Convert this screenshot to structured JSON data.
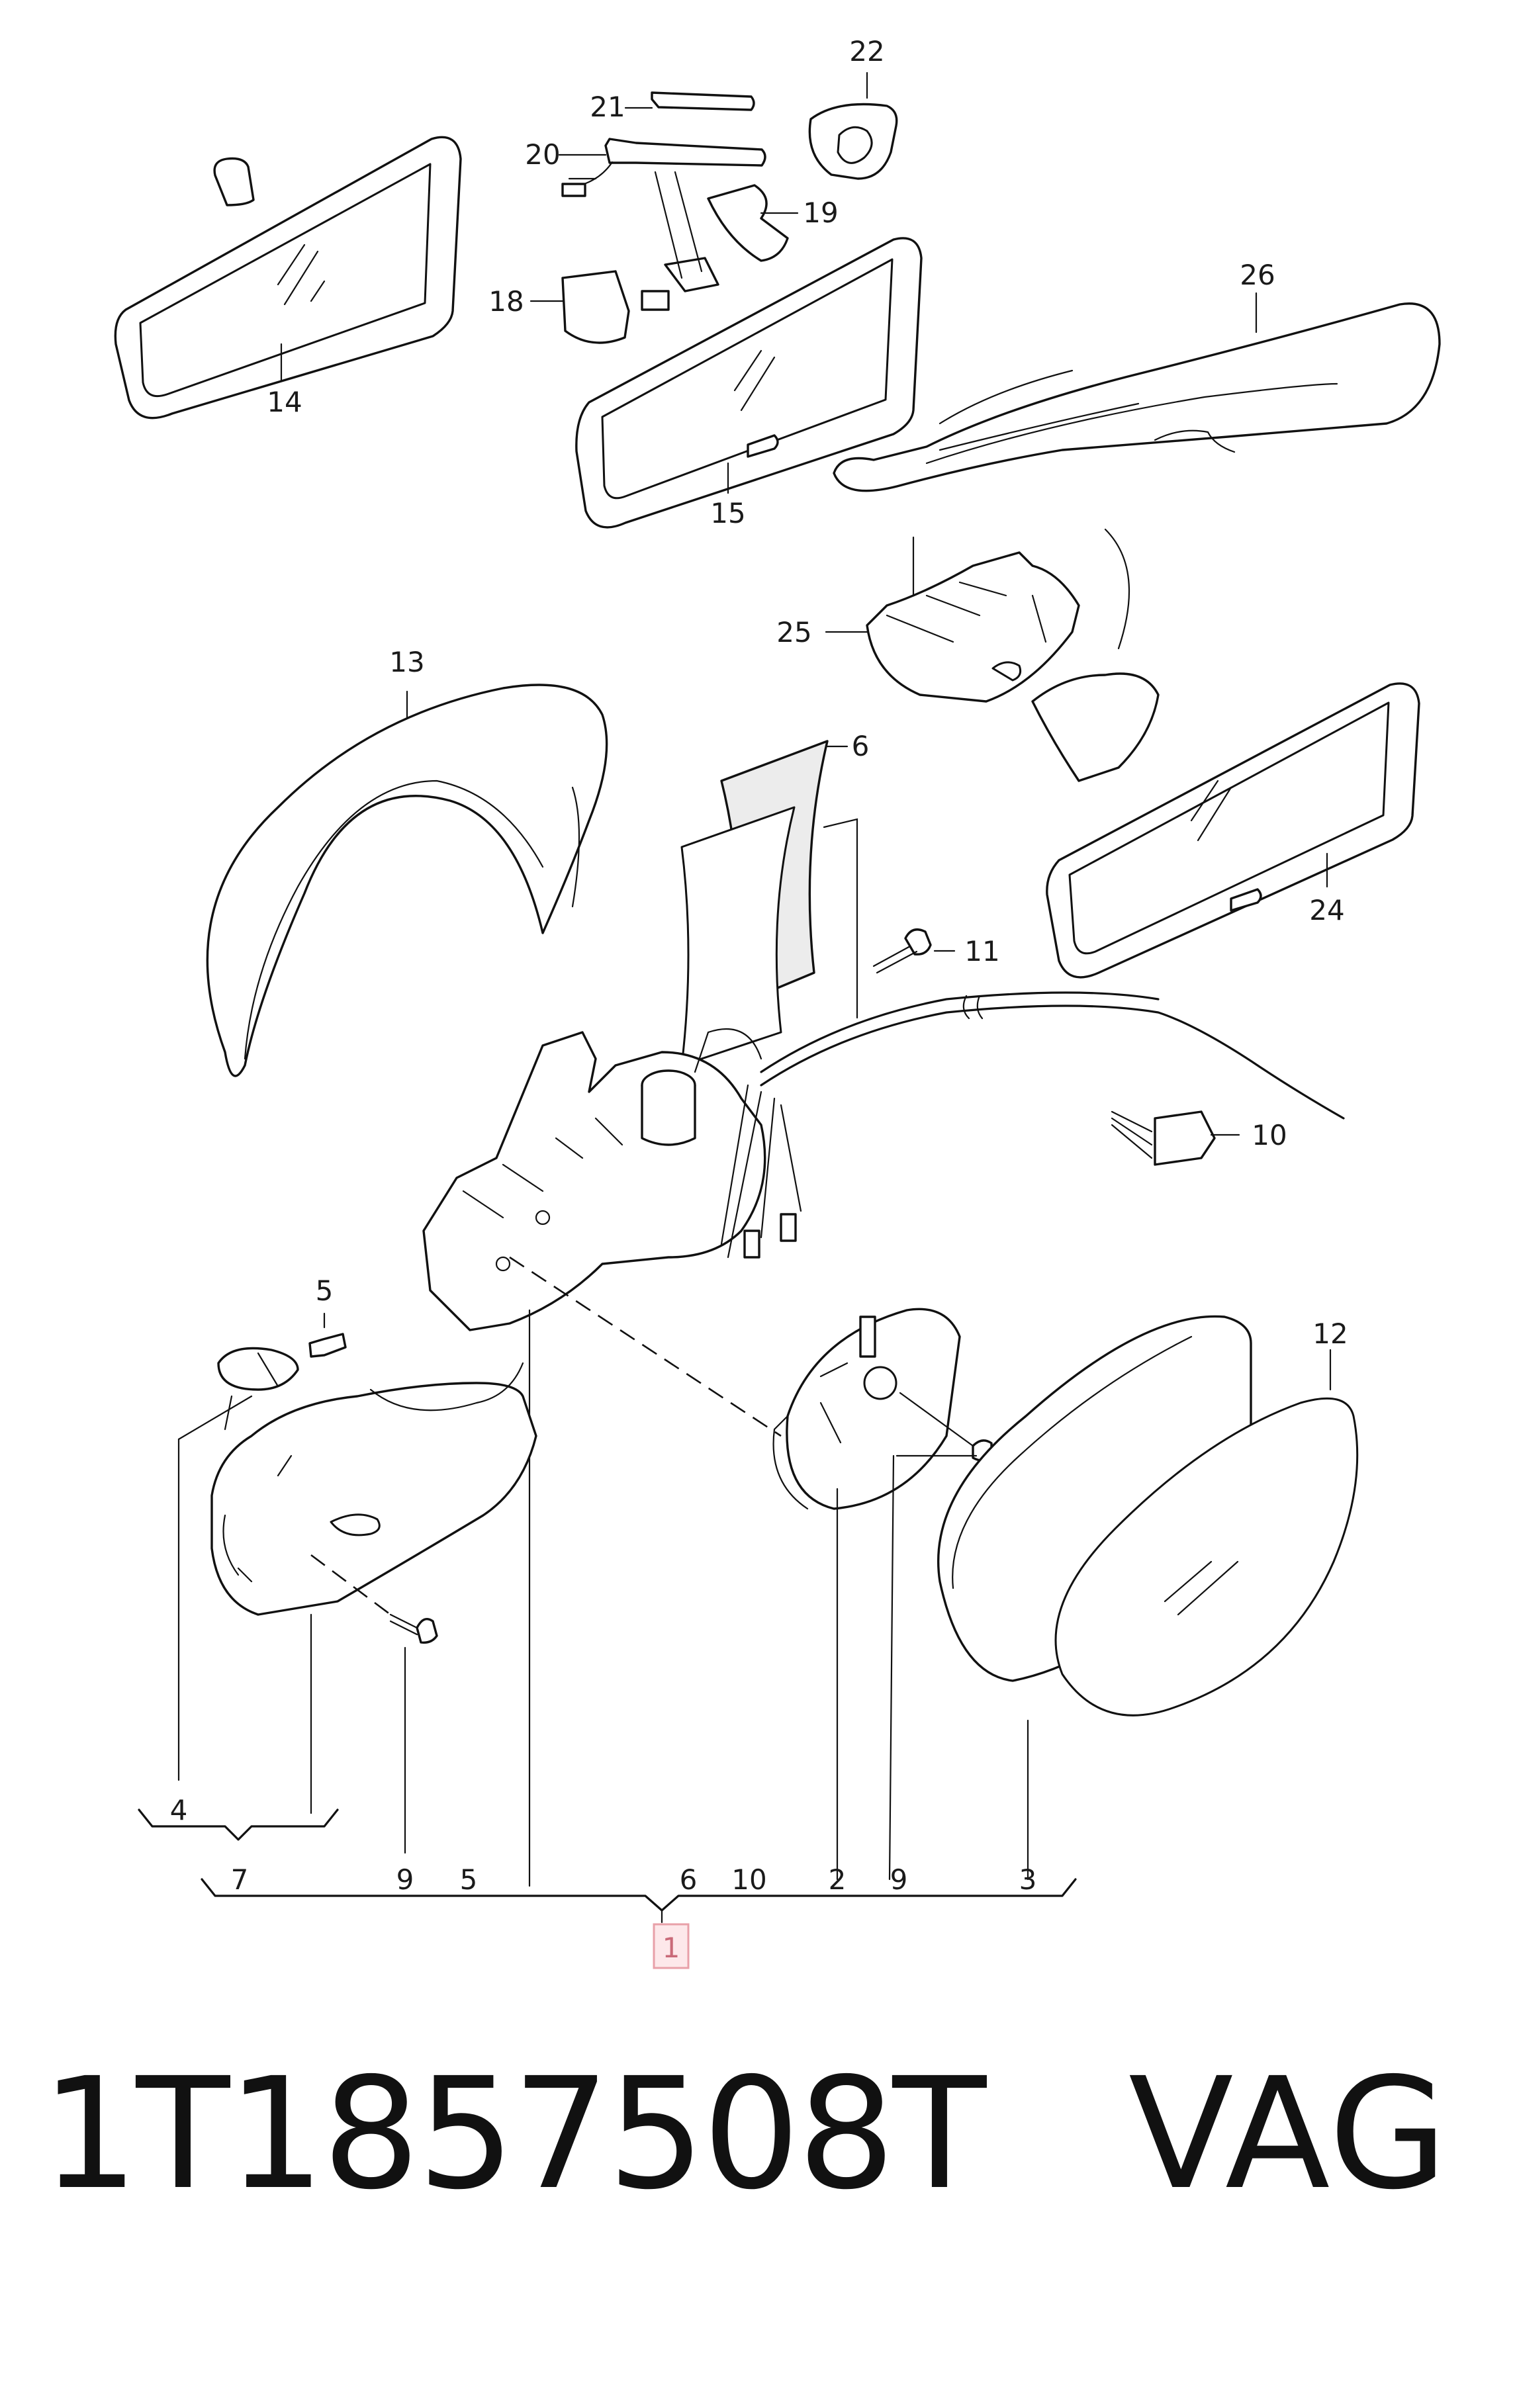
{
  "callouts": {
    "c1": "1",
    "c2": "2",
    "c3": "3",
    "c4": "4",
    "c5": "5",
    "c6": "6",
    "c9": "9",
    "c10": "10",
    "c11": "11",
    "c12": "12",
    "c13": "13",
    "c14": "14",
    "c15": "15",
    "c18": "18",
    "c19": "19",
    "c20": "20",
    "c21": "21",
    "c22": "22",
    "c24": "24",
    "c25": "25",
    "c26": "26"
  },
  "assembly_bracket": {
    "sub_label": "7",
    "items": [
      "9",
      "5",
      "6",
      "10",
      "2",
      "9",
      "3"
    ],
    "sub_items": [
      "4"
    ],
    "highlight_label": "1"
  },
  "footer": {
    "part_number": "1T1857508T",
    "brand": "VAG"
  },
  "colors": {
    "highlight_border": "#e8a0a8",
    "highlight_fill": "#fde8ea",
    "line": "#111111"
  }
}
